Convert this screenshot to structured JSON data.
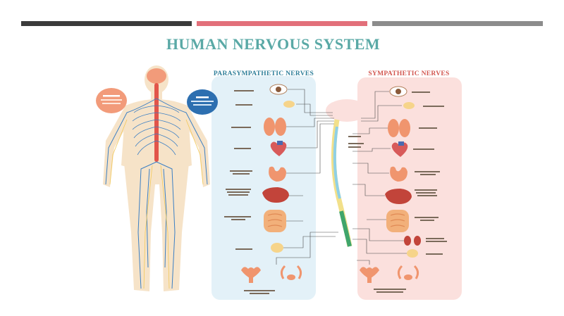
{
  "title": "HUMAN NERVOUS SYSTEM",
  "panels": {
    "parasympathetic": {
      "title": "PARASYMPATHETIC NERVES"
    },
    "sympathetic": {
      "title": "SYMPATHETIC NERVES"
    }
  },
  "colors": {
    "title": "#5aa9a6",
    "parasympathetic_title": "#2f7f9a",
    "sympathetic_title": "#d2564f",
    "top_bars": [
      "#3b3b3b",
      "#e2707a",
      "#8c8c8c"
    ]
  },
  "icons": [
    "eye-icon",
    "lungs-icon",
    "heart-icon",
    "stomach-icon",
    "liver-icon",
    "intestine-icon",
    "bladder-icon",
    "uterus-icon",
    "male-reproductive-icon",
    "brain-icon",
    "spinal-cord-icon"
  ]
}
